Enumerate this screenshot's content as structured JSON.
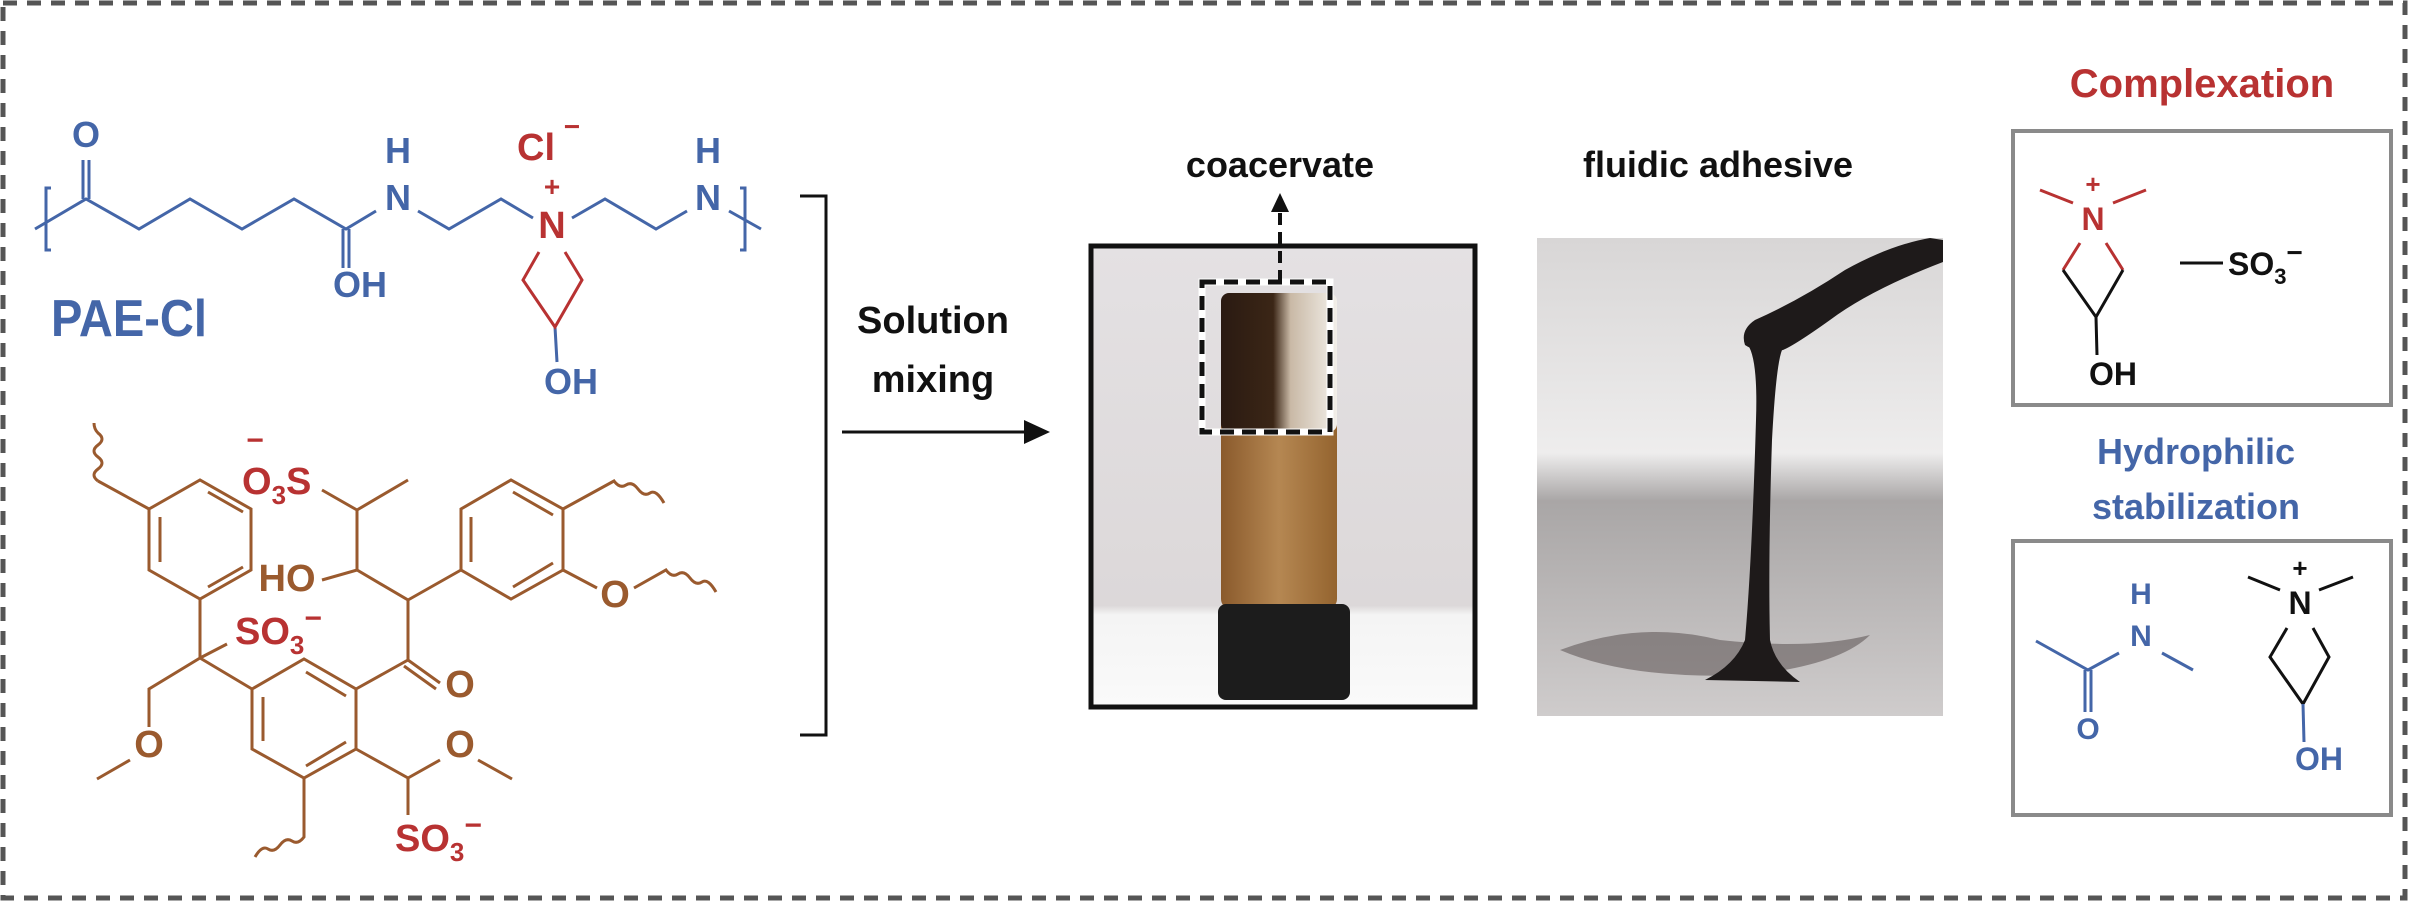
{
  "pae": {
    "name": "PAE-Cl",
    "o_top": "O",
    "oh_amide": "OH",
    "nh1_h": "H",
    "nh1_n": "N",
    "n_plus": "N",
    "plus": "+",
    "counterion": "Cl",
    "counterion_charge": "−",
    "oh_ring": "OH",
    "nh2_h": "H",
    "nh2_n": "N"
  },
  "lignin": {
    "o3s_charge": "−",
    "o3s_o": "O",
    "o3s_sub": "3",
    "o3s_s": "S",
    "ho": "HO",
    "o_right": "O",
    "o_keto": "O",
    "o_left": "O",
    "o_bottom": "O",
    "so3_a": {
      "main": "SO",
      "sub": "3",
      "charge": "−"
    },
    "so3_b": {
      "main": "SO",
      "sub": "3",
      "charge": "−"
    }
  },
  "process": {
    "step_line1": "Solution",
    "step_line2": "mixing"
  },
  "photos": {
    "coacervate_label": "coacervate",
    "adhesive_label": "fluidic adhesive"
  },
  "interactions": {
    "complexation": {
      "title": "Complexation",
      "n": "N",
      "plus": "+",
      "oh": "OH",
      "so3": {
        "main": "SO",
        "sub": "3",
        "charge": "−"
      }
    },
    "hydrophilic": {
      "title_line1": "Hydrophilic",
      "title_line2": "stabilization",
      "amide_h": "H",
      "amide_n": "N",
      "amide_o": "O",
      "n": "N",
      "plus": "+",
      "oh": "OH"
    }
  },
  "colors": {
    "pae": "#4466a8",
    "charge": "#b83232",
    "lignin": "#9a5a2e",
    "frame": "#555555"
  }
}
